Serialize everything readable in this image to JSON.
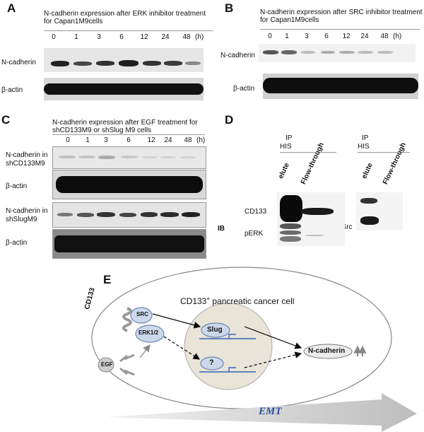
{
  "panels": {
    "A": {
      "letter": "A",
      "title": "N-cadherin expression after ERK inhibitor treatment for Capan1M9cells",
      "lanes": [
        "0",
        "1",
        "3",
        "6",
        "12",
        "24",
        "48"
      ],
      "unit": "(h)",
      "row1": "N-cadherin",
      "row2": "β-actin"
    },
    "B": {
      "letter": "B",
      "title": "N-cadherin expression after SRC inhibitor treatment for Capan1M9cells",
      "lanes": [
        "0",
        "1",
        "3",
        "6",
        "12",
        "24",
        "48"
      ],
      "unit": "(h)",
      "row1": "N-cadherin",
      "row2": "β-actin"
    },
    "C": {
      "letter": "C",
      "title": "N-cadherin expression after EGF treatment for shCD133M9 or shSlug M9 cells",
      "lanes": [
        "0",
        "1",
        "3",
        "6",
        "12",
        "24",
        "48"
      ],
      "unit": "(h)",
      "row1": "N-cadherin in shCD133M9",
      "row2": "β-actin",
      "row3": "N-cadherin in shSlugM9",
      "row4": "β-actin"
    },
    "D": {
      "letter": "D",
      "ip": "IP",
      "his": "HIS",
      "elute": "elute",
      "flow": "Flow-through",
      "ib": "IB",
      "cd133": "CD133",
      "perk": "pERK",
      "psrc": "pSrc"
    },
    "E": {
      "letter": "E",
      "cell_title": "CD133",
      "cell_title_sup": "+",
      "cell_title_rest": " pancreatic cancer cell",
      "cd133": "CD133",
      "src": "SRC",
      "erk": "ERK1/2",
      "egf": "EGF",
      "slug": "Slug",
      "unknown": "?",
      "ncad": "N-cadherin",
      "emt": "EMT"
    }
  },
  "colors": {
    "band": "#1a1a1a",
    "oval_fill": "#ccd9ea",
    "nucleus_fill": "#e9e4d8",
    "arrow_gray": "#bdbdbd",
    "emt_text": "#2a4fa0",
    "gene_line": "#2f63b5"
  }
}
